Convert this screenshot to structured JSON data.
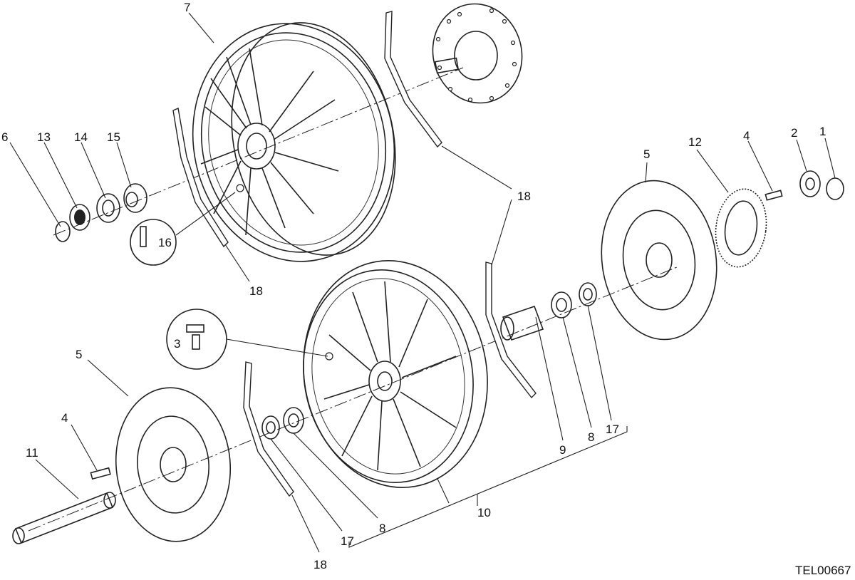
{
  "diagram": {
    "drawing_code": "TEL00667",
    "callouts": [
      {
        "id": "rim-rear",
        "text": "7"
      },
      {
        "id": "circlip",
        "text": "6"
      },
      {
        "id": "ring-nut",
        "text": "13"
      },
      {
        "id": "washer-rear",
        "text": "14"
      },
      {
        "id": "spacer-rear",
        "text": "15"
      },
      {
        "id": "valve-rear",
        "text": "16"
      },
      {
        "id": "balance-weight-rear-lower",
        "text": "18"
      },
      {
        "id": "balance-weight-rear-upper",
        "text": "18"
      },
      {
        "id": "disc-right",
        "text": "5"
      },
      {
        "id": "tone-wheel",
        "text": "12"
      },
      {
        "id": "screw-right",
        "text": "4"
      },
      {
        "id": "spacer-right",
        "text": "2"
      },
      {
        "id": "nut-right",
        "text": "1"
      },
      {
        "id": "valve-front",
        "text": "3"
      },
      {
        "id": "disc-left",
        "text": "5"
      },
      {
        "id": "screw-left",
        "text": "4"
      },
      {
        "id": "axle",
        "text": "11"
      },
      {
        "id": "bearing-inner-spacer",
        "text": "9"
      },
      {
        "id": "bearing-right",
        "text": "8"
      },
      {
        "id": "seal-right",
        "text": "17"
      },
      {
        "id": "bearing-left",
        "text": "8"
      },
      {
        "id": "seal-left",
        "text": "17"
      },
      {
        "id": "front-wheel-assembly",
        "text": "10"
      },
      {
        "id": "balance-weight-front",
        "text": "18"
      }
    ]
  }
}
